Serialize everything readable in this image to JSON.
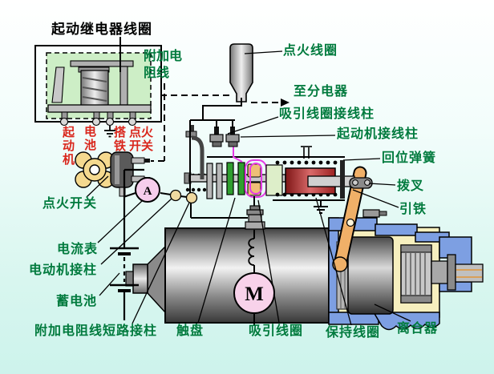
{
  "colors": {
    "bg_top": "#ffffff",
    "bg_bottom": "#cdf3ec",
    "label_green": "#007a3d",
    "label_red": "#d9261c",
    "label_black": "#000000",
    "relay_green": "#cdeec6",
    "coil_magenta": "#e53ae5",
    "plunger_red": "#b03030",
    "fork_orange": "#f0b068",
    "housing_blue": "#7d9fe2",
    "housing_yellow": "#f6efbe",
    "meter_pink": "#f6cdec",
    "motor_pink": "#f8d2ea",
    "knob_tan": "#f5d98f",
    "terminal_tan": "#efd9a0",
    "contact_green": "#2f9e2f"
  },
  "labels": {
    "relay_coil": "起动继电器线圈",
    "aux_resistor": "附加电阻线",
    "relay_terminal_starter": "起动机",
    "relay_terminal_battery": "电池",
    "relay_terminal_ground": "搭铁",
    "relay_terminal_ignition": "点火开关",
    "ignition_switch": "点火开关",
    "ammeter": "电流表",
    "ammeter_symbol": "A",
    "motor_terminal": "电动机接柱",
    "storage_battery": "蓄电池",
    "aux_resistor_short_terminal": "附加电阻线短路接柱",
    "contact_disc": "触盘",
    "pull_in_coil": "吸引线圈",
    "hold_in_coil": "保持线圈",
    "clutch": "离合器",
    "ignition_coil": "点火线圈",
    "to_distributor": "至分电器",
    "pull_in_coil_terminal": "吸引线圈接线柱",
    "starter_terminal": "起动机接线柱",
    "return_spring": "回位弹簧",
    "shift_fork": "拨叉",
    "armature": "引铁",
    "motor_symbol": "M"
  }
}
